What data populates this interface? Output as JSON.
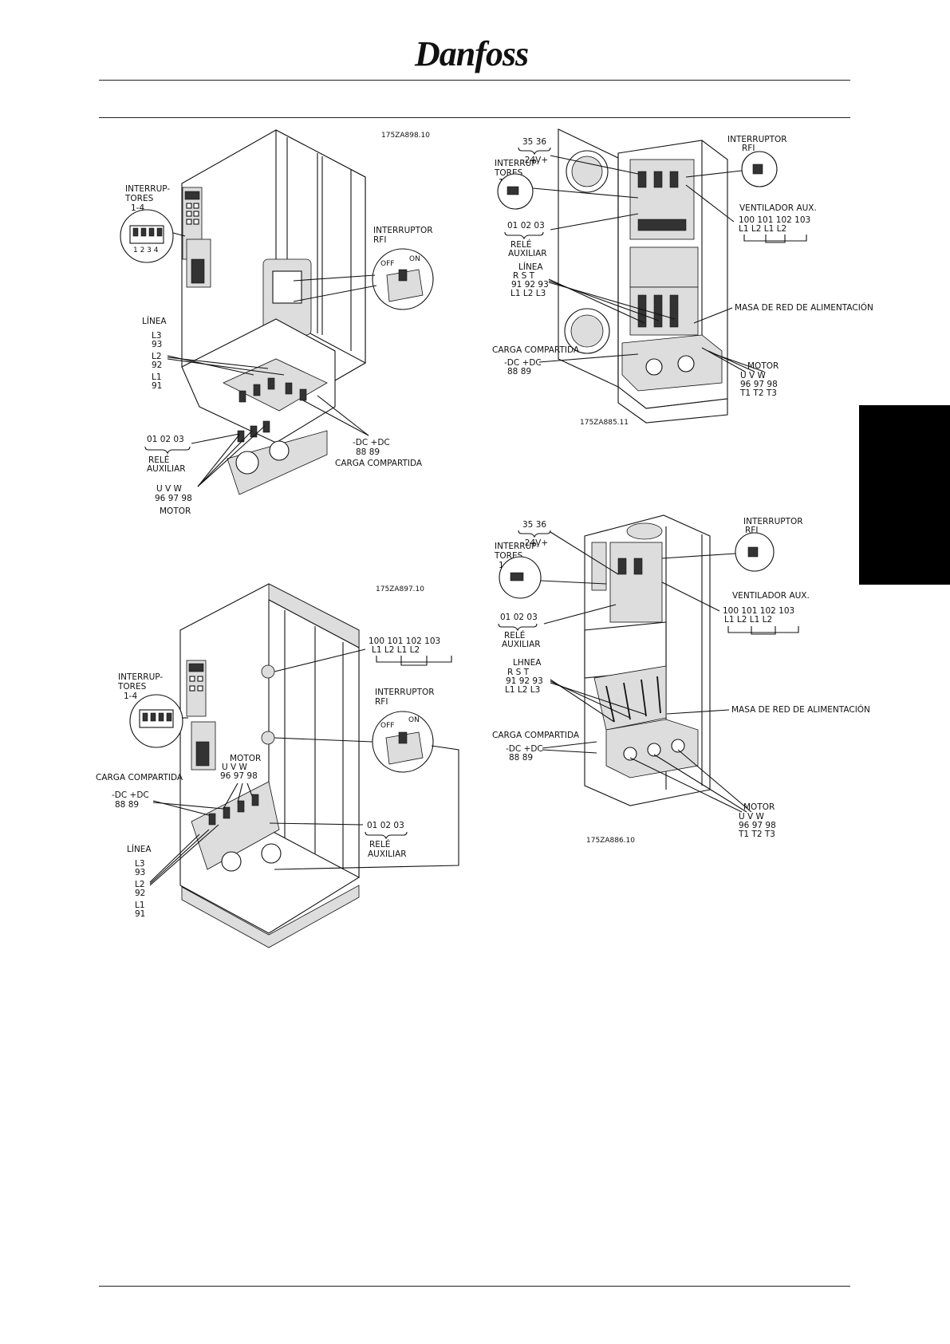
{
  "header": {
    "brand": "Danfoss"
  },
  "figures": {
    "fig1": {
      "code": "175ZA898.10",
      "switches_title_1": "INTERRUP-",
      "switches_title_2": "TORES",
      "switches_title_3": "1-4",
      "switch_numbers": "1 2 3 4",
      "rfi_1": "INTERRUPTOR",
      "rfi_2": "RFI",
      "off": "OFF",
      "on": "ON",
      "line_title": "LÍNEA",
      "l3": "L3",
      "t93": "93",
      "l2": "L2",
      "t92": "92",
      "l1": "L1",
      "t91": "91",
      "relay_terms": "01  02  03",
      "relay_1": "RELÉ",
      "relay_2": "AUXILIAR",
      "dc_labels": "-DC  +DC",
      "dc_terms": "88    89",
      "load_share": "CARGA  COMPARTIDA",
      "motor_phases": "U    V    W",
      "motor_terms": "96  97  98",
      "motor": "MOTOR"
    },
    "fig2": {
      "code": "175ZA885.11",
      "v24_terms": "35  36",
      "v24": "-24V+",
      "switches_title_1": "INTERRUP-",
      "switches_title_2": "TORES",
      "switches_title_3": "1-4",
      "rfi_1": "INTERRUPTOR",
      "rfi_2": "RFI",
      "fan_title": "VENTILADOR  AUX.",
      "fan_terms": "100   101    102    103",
      "fan_lines": "L1     L2     L1     L2",
      "relay_terms": "01  02  03",
      "relay_1": "RELÉ",
      "relay_2": "AUXILIAR",
      "line_title": "LÍNEA",
      "line_phases": "R    S    T",
      "line_terms": "91  92  93",
      "line_lines": "L1  L2  L3",
      "mains_ground": "MASA  DE  RED  DE  ALIMENTACIÓN",
      "load_share": "CARGA  COMPARTIDA",
      "dc_labels": "-DC  +DC",
      "dc_terms": "88    89",
      "motor": "MOTOR",
      "motor_phases": "U    V    W",
      "motor_terms": "96  97  98",
      "motor_lines": "T1  T2  T3"
    },
    "fig3": {
      "code": "175ZA897.10",
      "fan_terms": "100    101    102    103",
      "fan_lines": "L1      L2      L1      L2",
      "switches_title_1": "INTERRUP-",
      "switches_title_2": "TORES",
      "switches_title_3": "1-4",
      "rfi_1": "INTERRUPTOR",
      "rfi_2": "RFI",
      "off": "OFF",
      "on": "ON",
      "motor": "MOTOR",
      "motor_phases": "U    V    W",
      "motor_terms": "96  97  98",
      "load_share": "CARGA  COMPARTIDA",
      "dc_labels": "-DC  +DC",
      "dc_terms": "88    89",
      "relay_terms": "01  02  03",
      "relay_1": "RELÉ",
      "relay_2": "AUXILIAR",
      "line_title": "LÍNEA",
      "l3": "L3",
      "t93": "93",
      "l2": "L2",
      "t92": "92",
      "l1": "L1",
      "t91": "91"
    },
    "fig4": {
      "code": "175ZA886.10",
      "v24_terms": "35  36",
      "v24": "-24V+",
      "switches_title_1": "INTERRUP-",
      "switches_title_2": "TORES",
      "switches_title_3": "1-4",
      "rfi_1": "INTERRUPTOR",
      "rfi_2": "RFI",
      "fan_title": "VENTILADOR  AUX.",
      "fan_terms": "100    101    102    103",
      "fan_lines": "L1      L2      L1      L2",
      "relay_terms": "01  02  03",
      "relay_1": "RELÉ",
      "relay_2": "AUXILIAR",
      "line_title": "LHNEA",
      "line_phases": "R    S    T",
      "line_terms": "91  92  93",
      "line_lines": "L1  L2  L3",
      "mains_ground": "MASA  DE  RED  DE  ALIMENTACIÓN",
      "load_share": "CARGA  COMPARTIDA",
      "dc_labels": "-DC  +DC",
      "dc_terms": "88    89",
      "motor": "MOTOR",
      "motor_phases": "U    V    W",
      "motor_terms": "96  97  98",
      "motor_lines": "T1  T2  T3"
    }
  }
}
